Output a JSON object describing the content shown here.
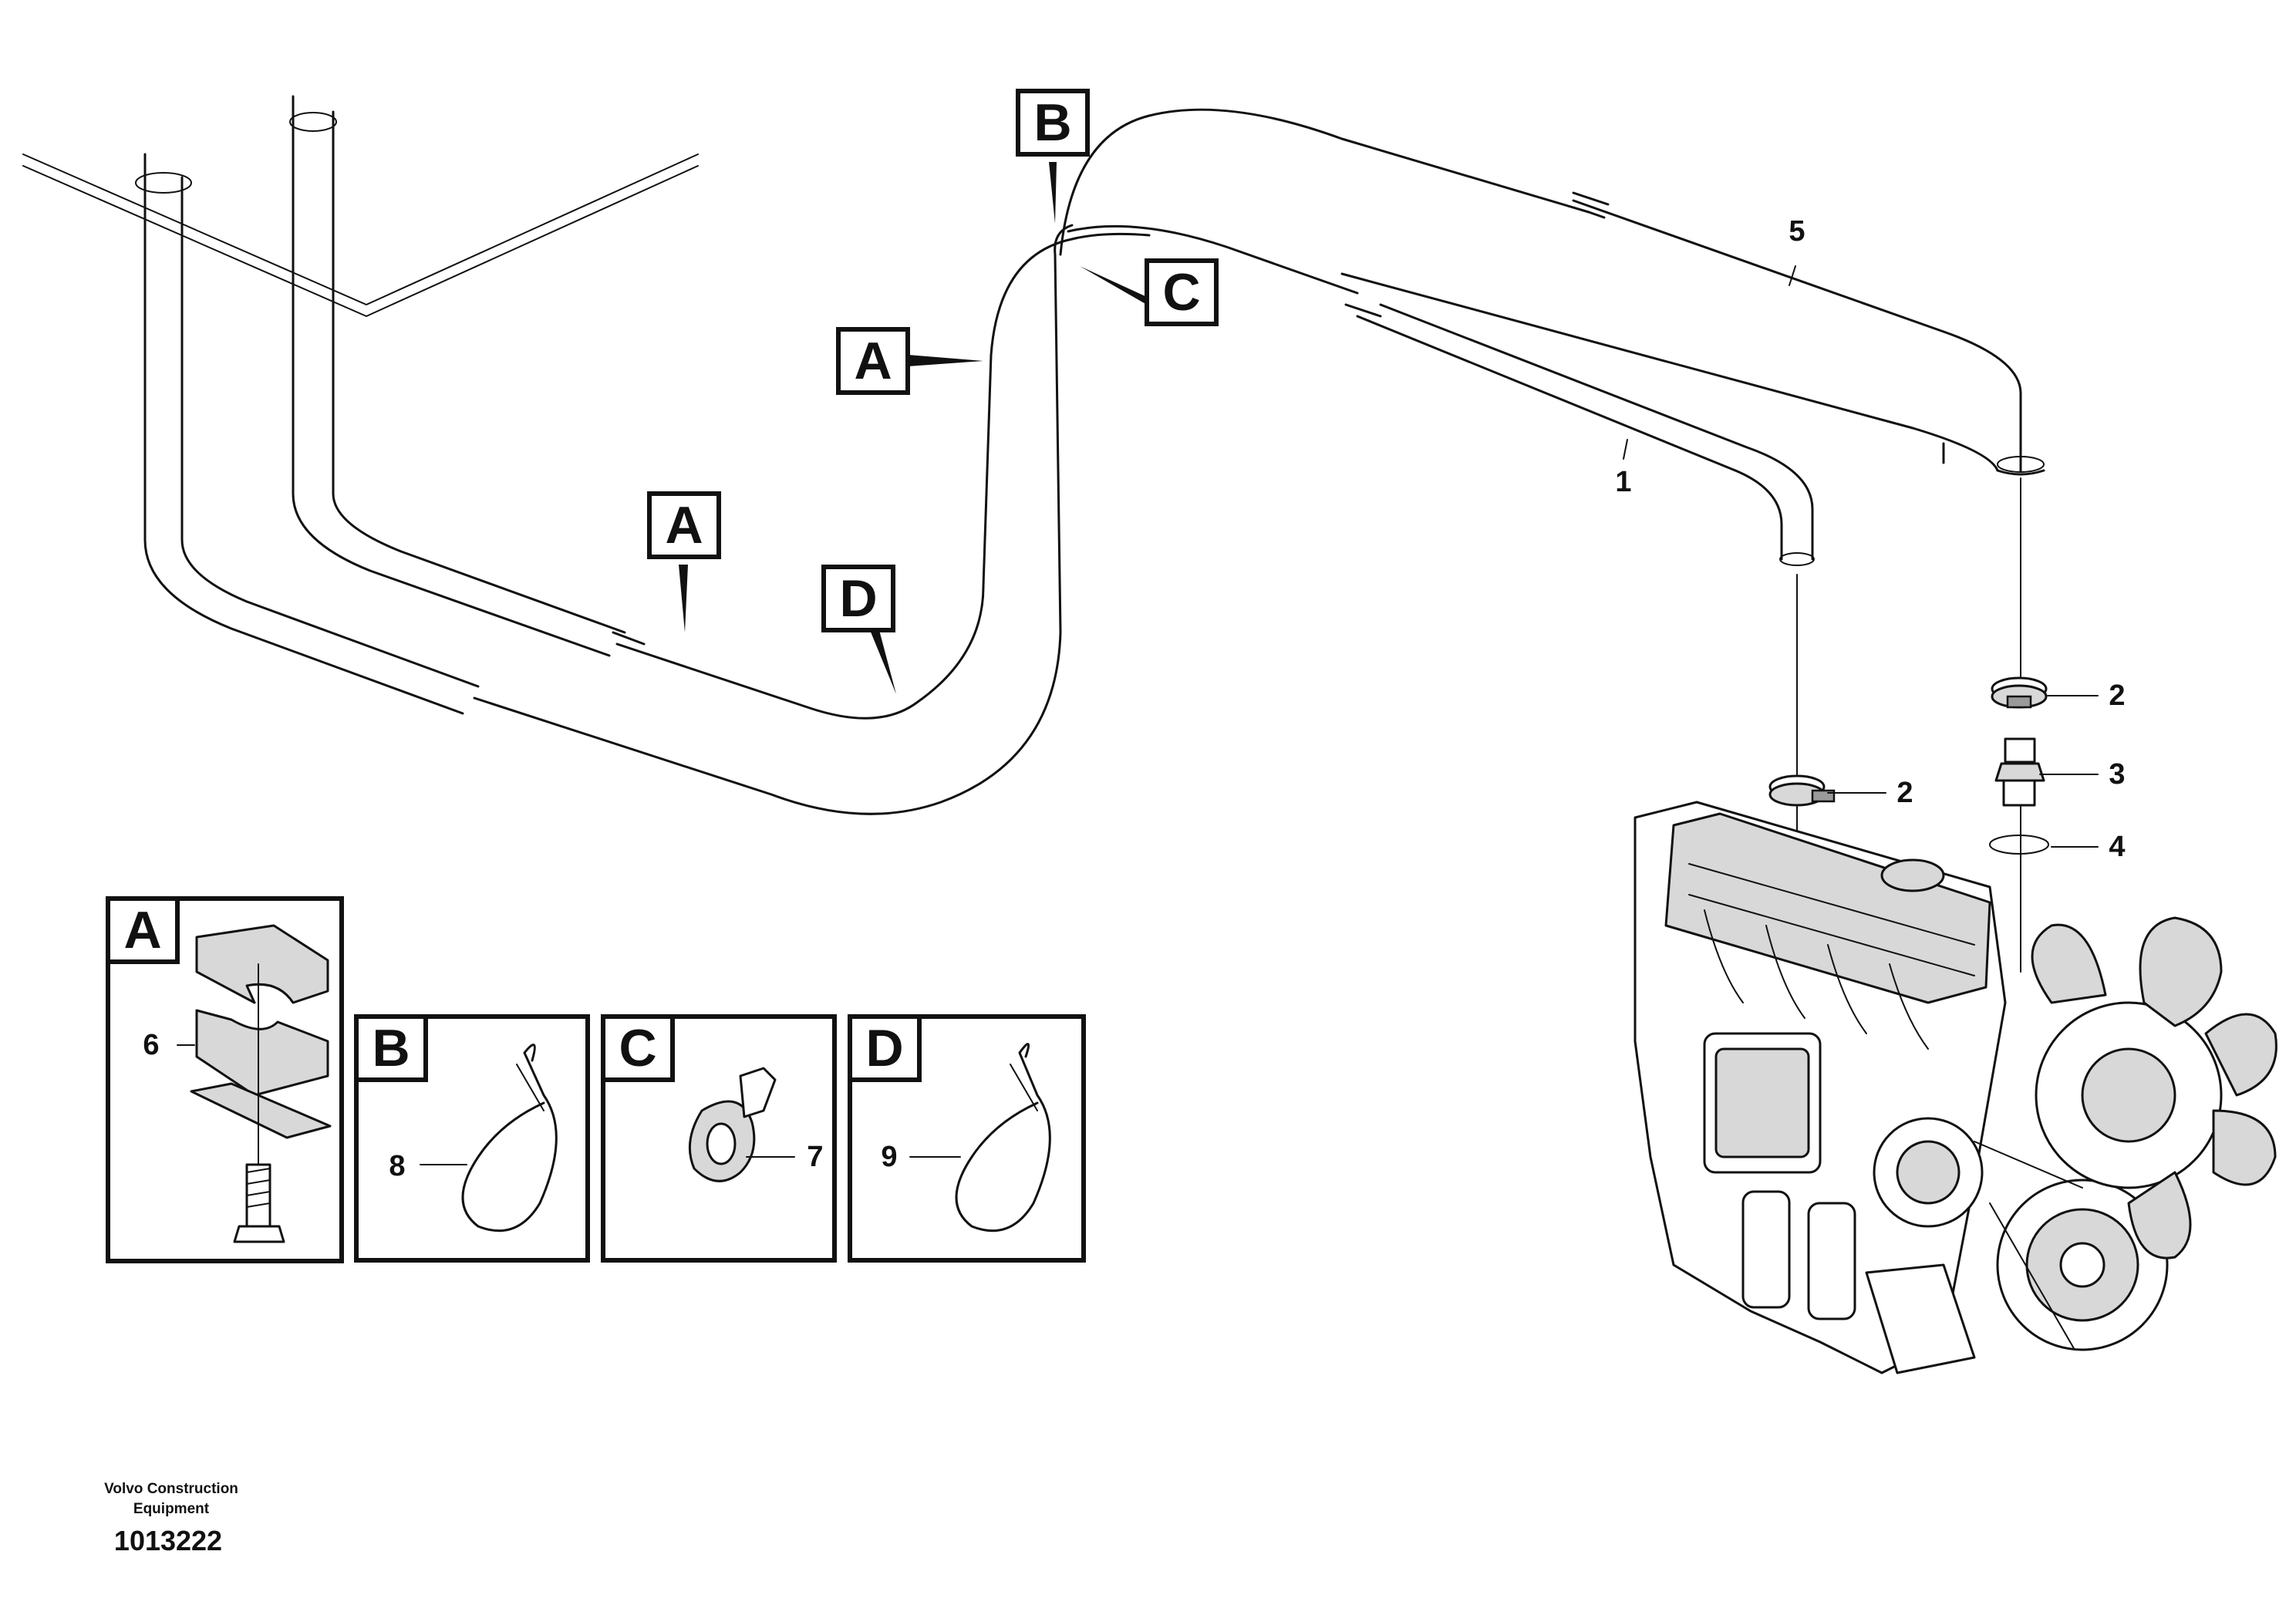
{
  "callouts": {
    "section_a": "A",
    "section_b": "B",
    "section_c": "C",
    "section_d": "D"
  },
  "parts": {
    "p1": "1",
    "p2": "2",
    "p3": "3",
    "p4": "4",
    "p5": "5",
    "p6": "6",
    "p7": "7",
    "p8": "8",
    "p9": "9"
  },
  "footer": {
    "company_line1": "Volvo Construction",
    "company_line2": "Equipment",
    "document_number": "1013222"
  }
}
